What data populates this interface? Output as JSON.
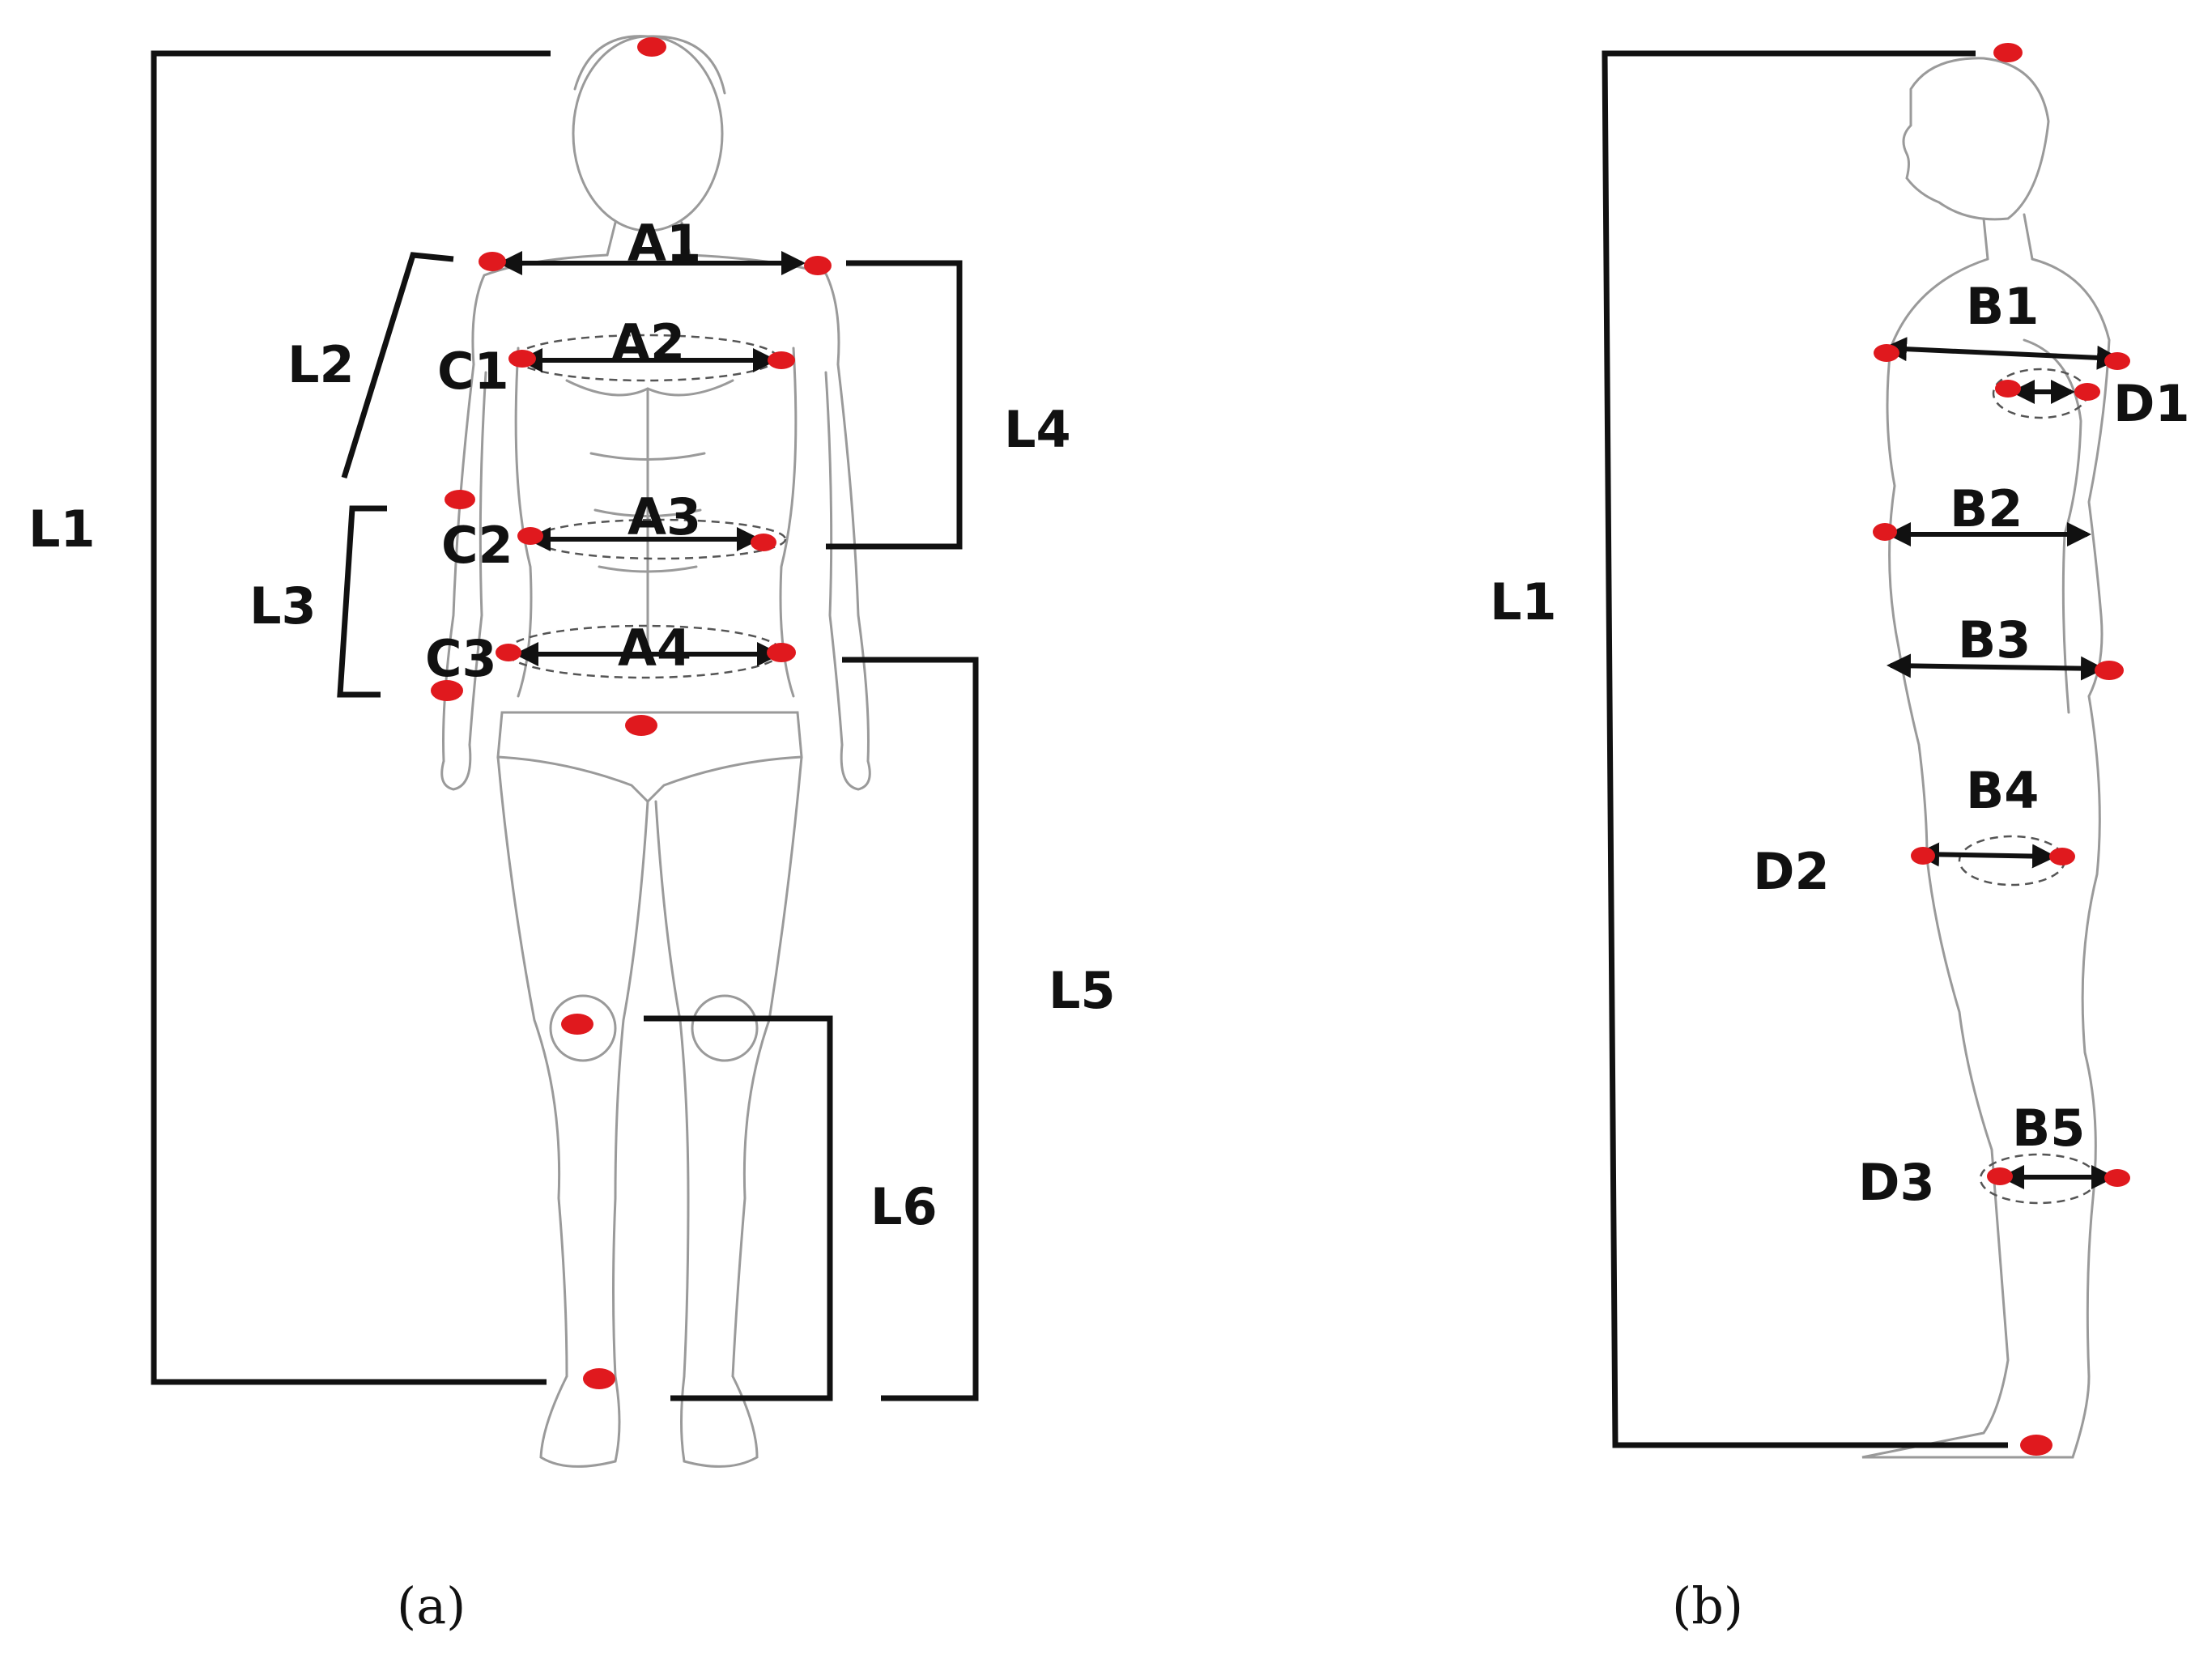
{
  "panel_a": {
    "caption": "(a)",
    "labels": {
      "L1": "L1",
      "L2": "L2",
      "L3": "L3",
      "L4": "L4",
      "L5": "L5",
      "L6": "L6",
      "A1": "A1",
      "A2": "A2",
      "A3": "A3",
      "A4": "A4",
      "C1": "C1",
      "C2": "C2",
      "C3": "C3"
    }
  },
  "panel_b": {
    "caption": "(b)",
    "labels": {
      "L1": "L1",
      "B1": "B1",
      "B2": "B2",
      "B3": "B3",
      "B4": "B4",
      "B5": "B5",
      "D1": "D1",
      "D2": "D2",
      "D3": "D3"
    }
  },
  "colors": {
    "measurement_line": "#111111",
    "landmark_dot": "#e0191e",
    "figure_sketch": "#9a9a9a",
    "dashed_ellipse": "#555555"
  },
  "icons": [
    "front-body-figure",
    "side-body-figure"
  ]
}
